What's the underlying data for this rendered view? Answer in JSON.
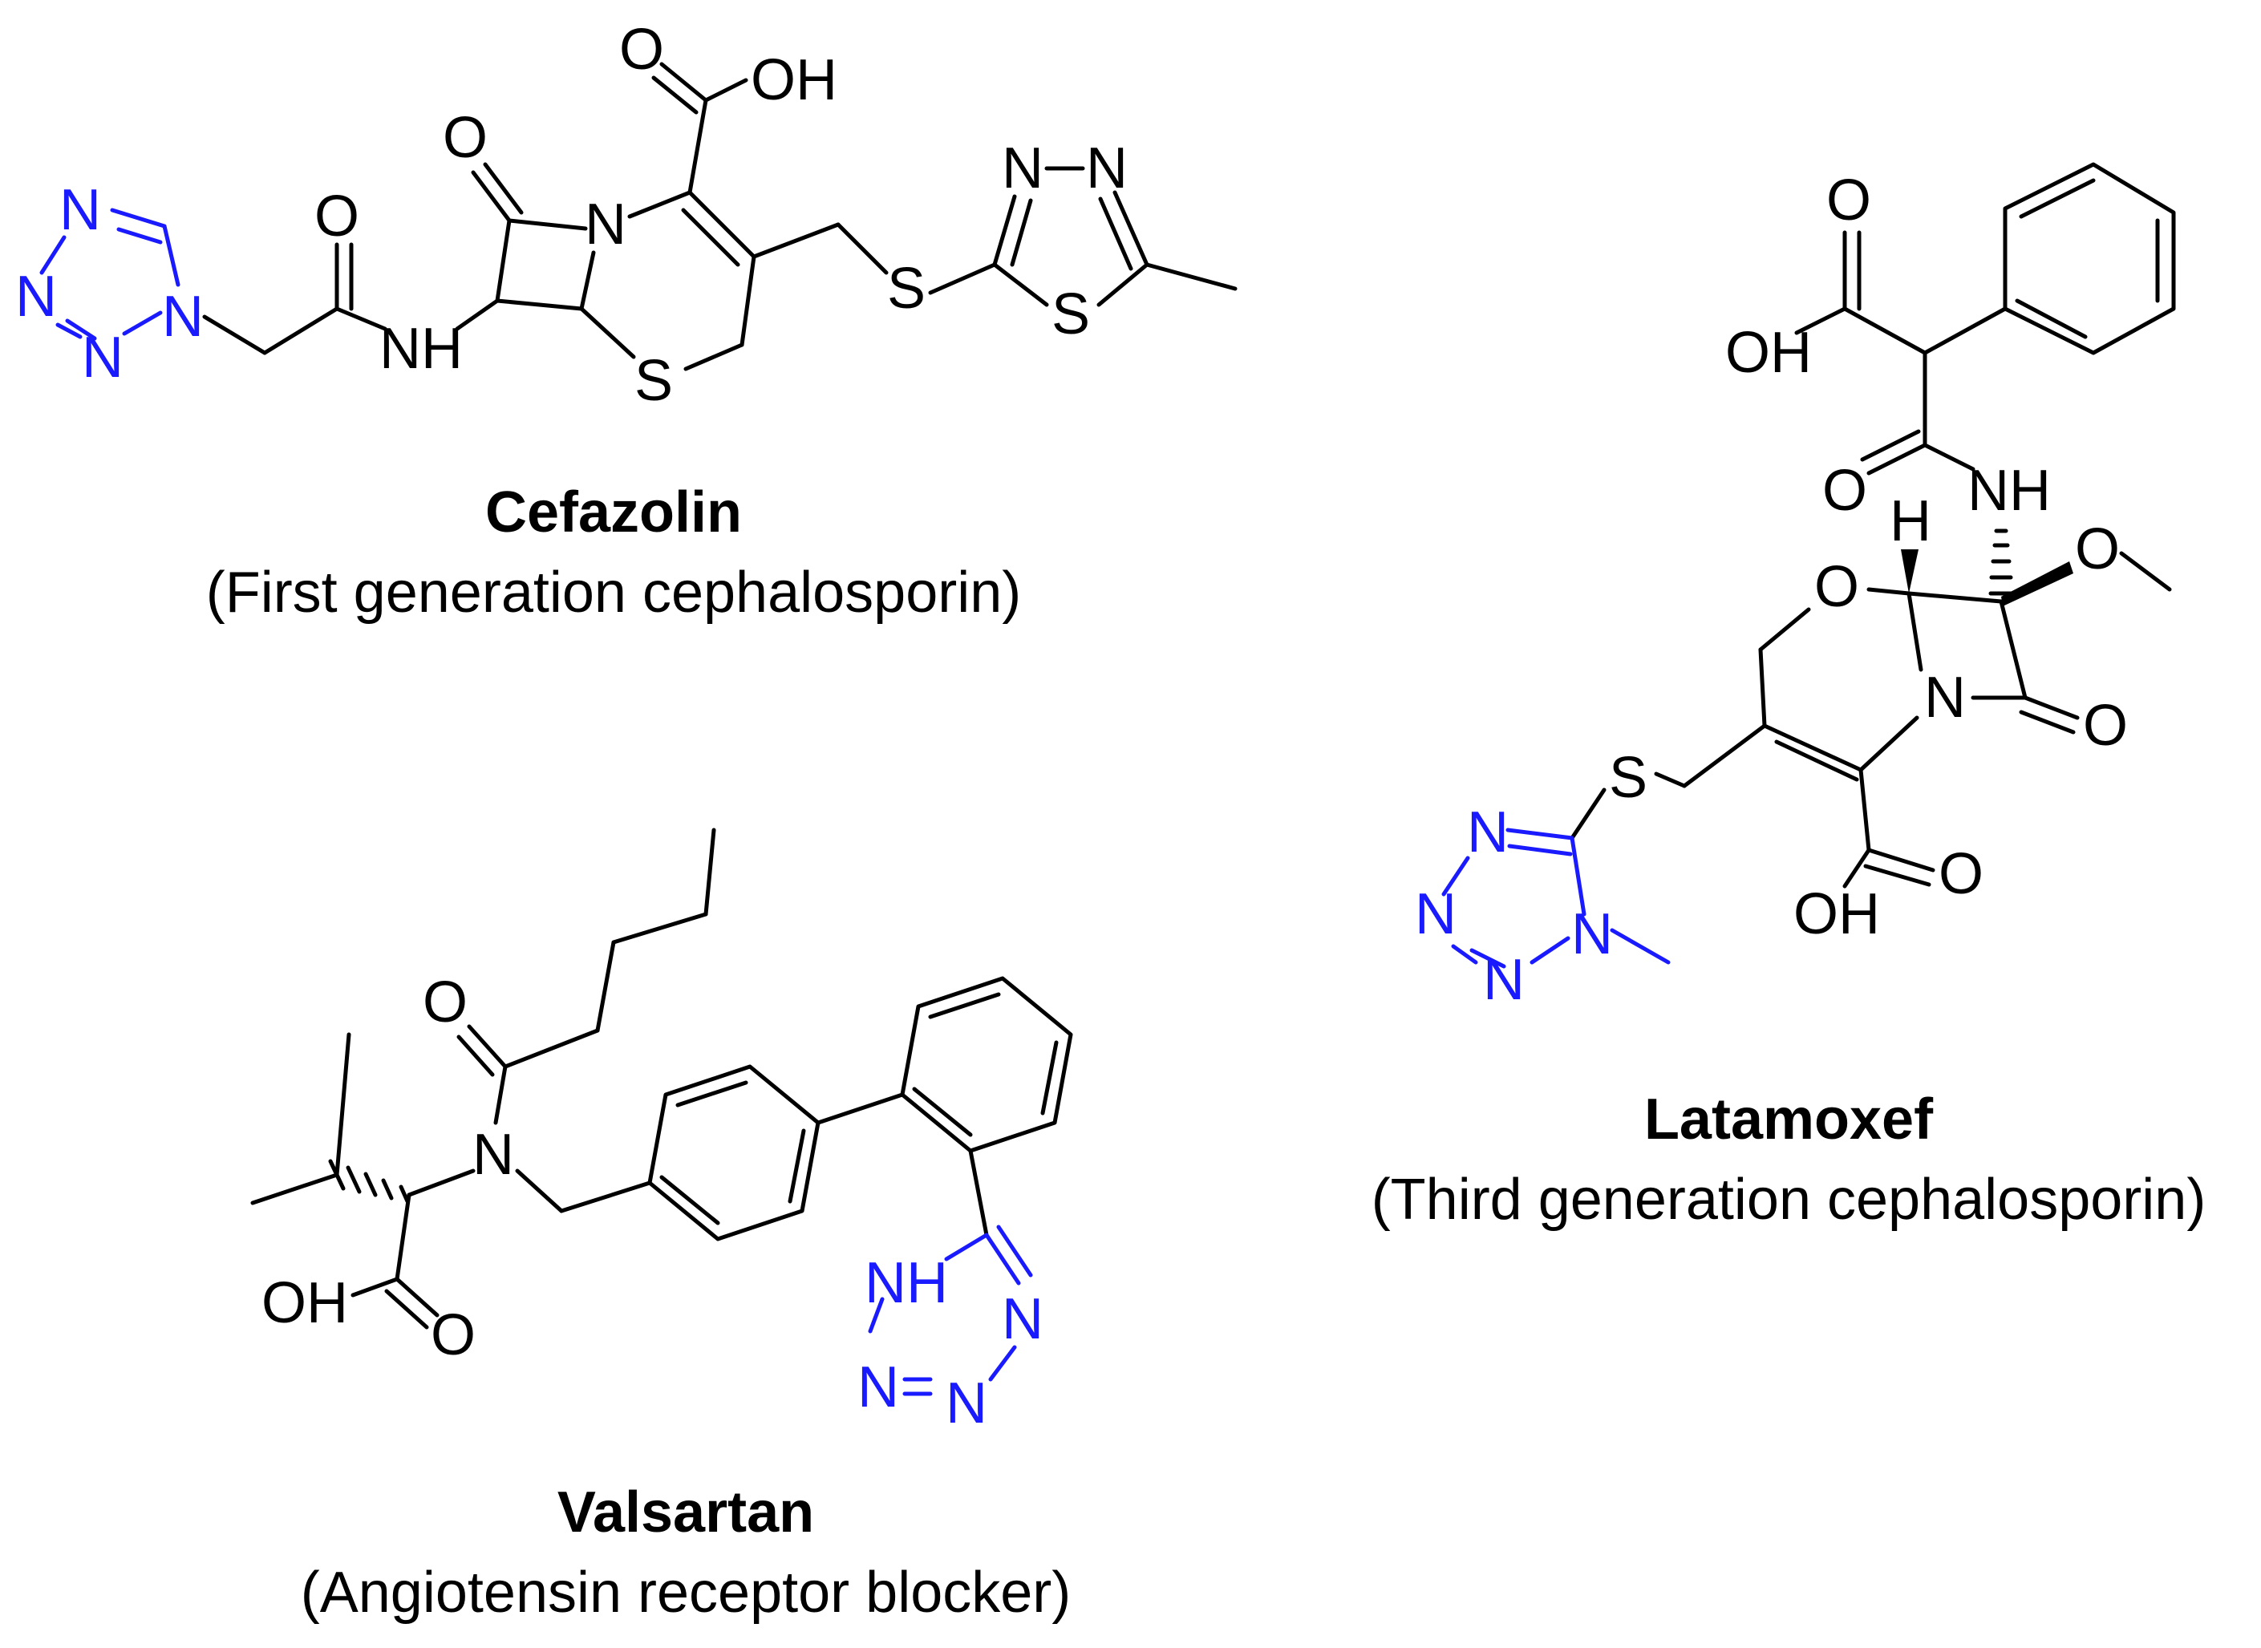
{
  "colors": {
    "tetrazole": "#1a1aff",
    "bonds": "#000000",
    "background": "#ffffff"
  },
  "compounds": [
    {
      "name": "Cefazolin",
      "description": "(First generation cephalosporin)"
    },
    {
      "name": "Latamoxef",
      "description": "(Third generation cephalosporin)"
    },
    {
      "name": "Valsartan",
      "description": "(Angiotensin receptor blocker)"
    }
  ],
  "atom_labels": {
    "O": "O",
    "OH": "OH",
    "N": "N",
    "NH": "NH",
    "S": "S",
    "H": "H",
    "NH_tz": "NH"
  }
}
